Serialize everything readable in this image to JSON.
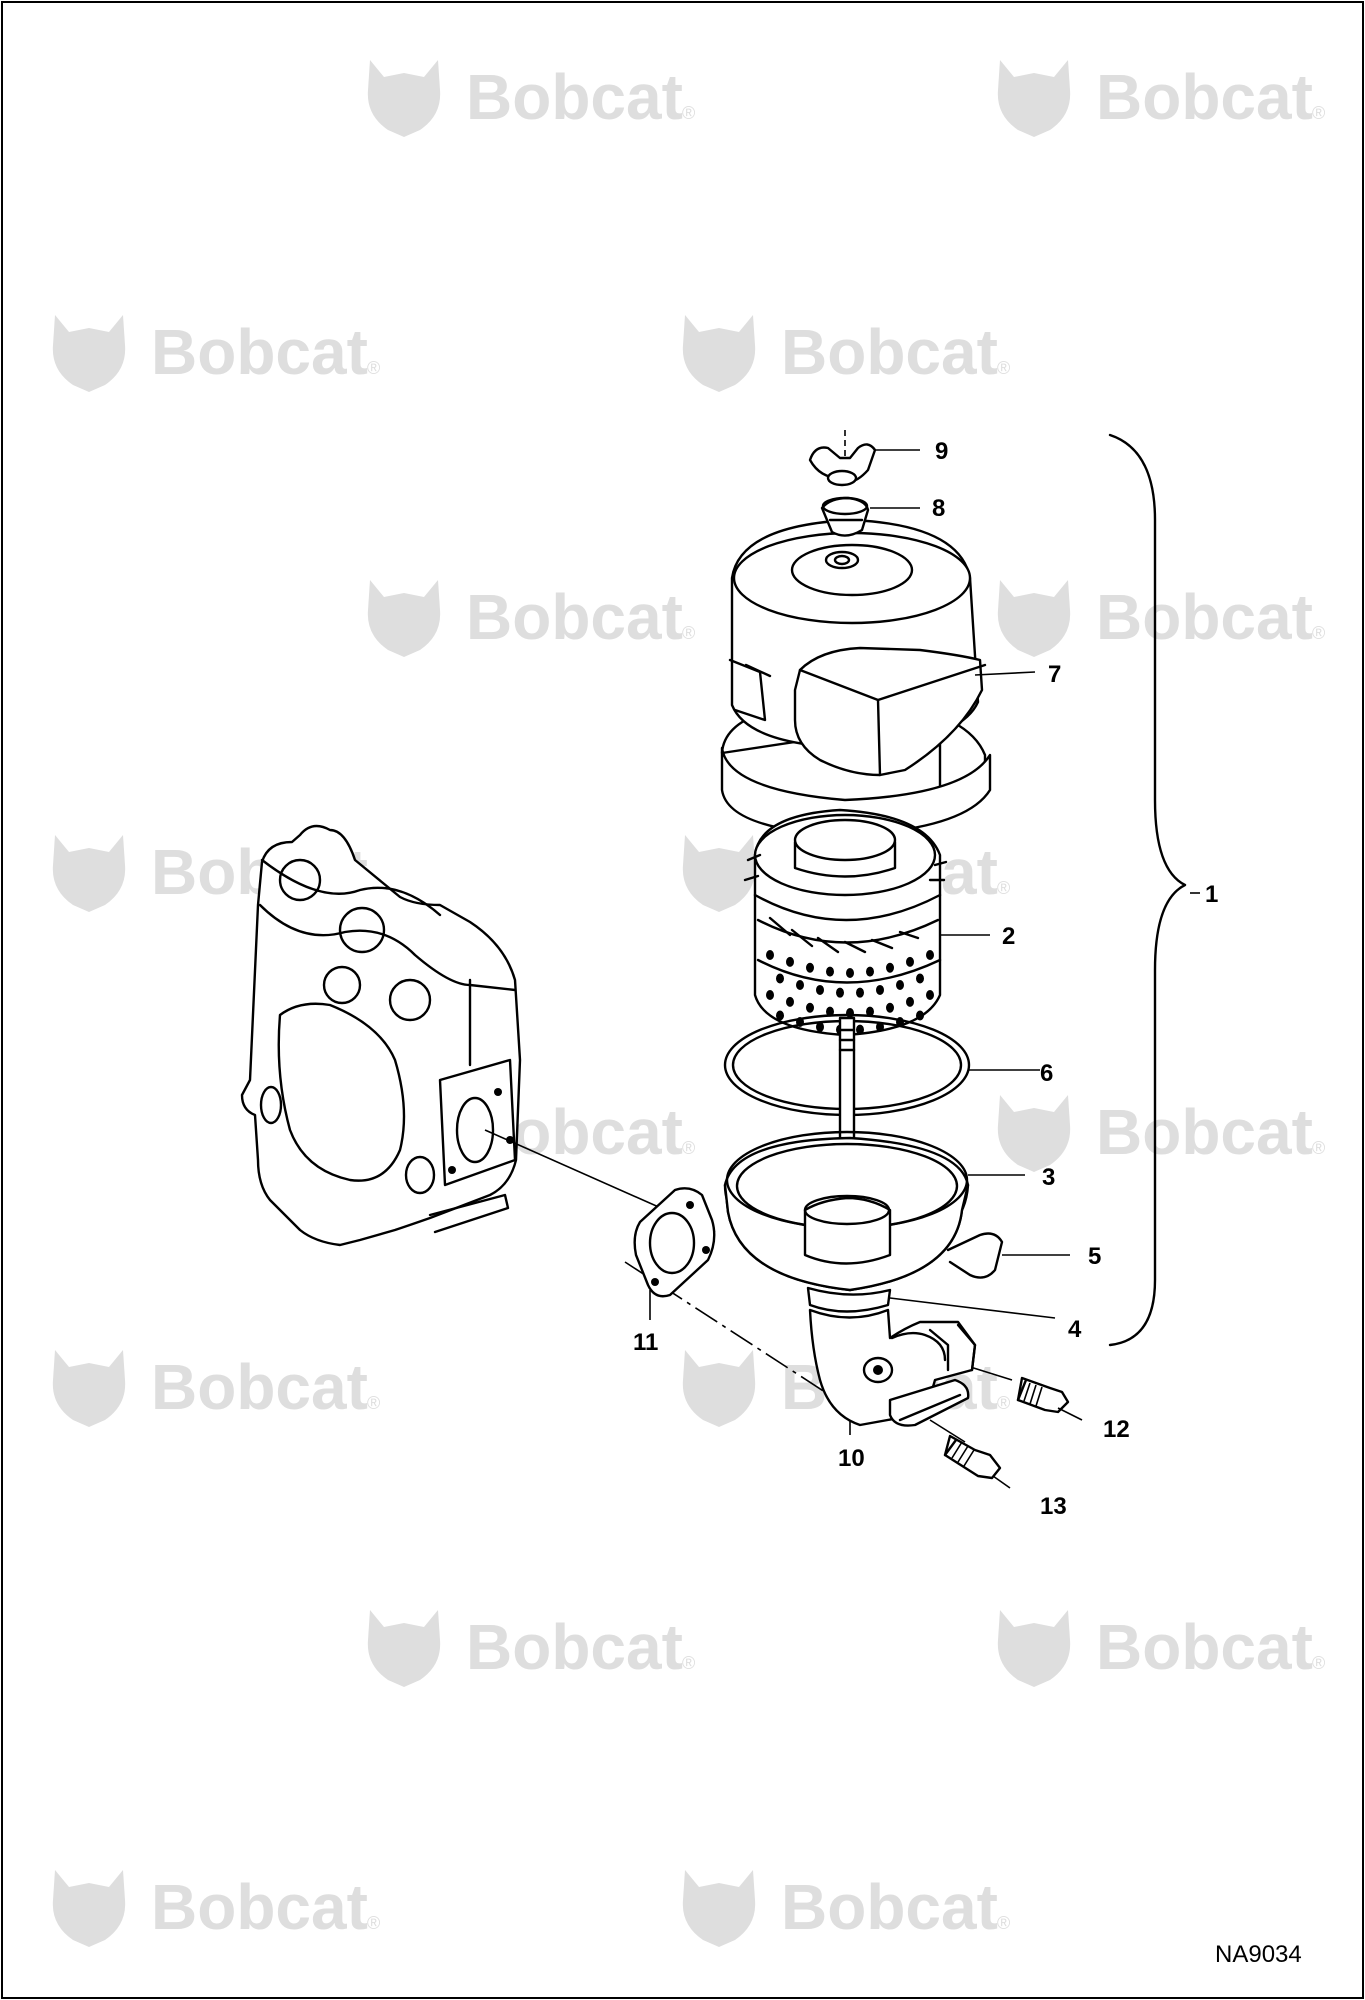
{
  "watermark": {
    "text": "Bobcat",
    "mark": "®",
    "icon": "bobcat-head-logo",
    "color": "#dedede"
  },
  "callouts": [
    {
      "id": "c1",
      "label": "1"
    },
    {
      "id": "c2",
      "label": "2"
    },
    {
      "id": "c3",
      "label": "3"
    },
    {
      "id": "c4",
      "label": "4"
    },
    {
      "id": "c5",
      "label": "5"
    },
    {
      "id": "c6",
      "label": "6"
    },
    {
      "id": "c7",
      "label": "7"
    },
    {
      "id": "c8",
      "label": "8"
    },
    {
      "id": "c9",
      "label": "9"
    },
    {
      "id": "c10",
      "label": "10"
    },
    {
      "id": "c11",
      "label": "11"
    },
    {
      "id": "c12",
      "label": "12"
    },
    {
      "id": "c13",
      "label": "13"
    }
  ],
  "figure_reference": "NA9034",
  "colors": {
    "line": "#000000",
    "background": "#ffffff",
    "watermark": "#dedede"
  }
}
